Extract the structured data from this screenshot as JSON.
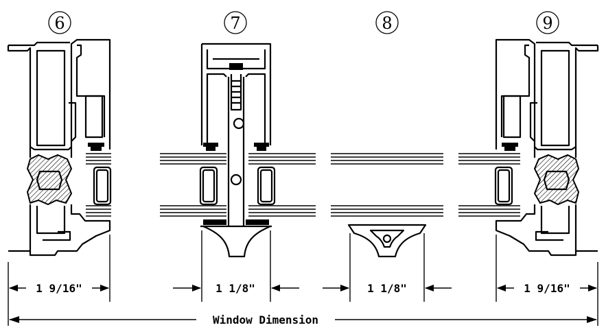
{
  "details": [
    {
      "number": "6",
      "dimension": "1 9/16\""
    },
    {
      "number": "7",
      "dimension": "1 1/8\""
    },
    {
      "number": "8",
      "dimension": "1 1/8\""
    },
    {
      "number": "9",
      "dimension": "1 9/16\""
    }
  ],
  "overall_dimension": "Window Dimension"
}
